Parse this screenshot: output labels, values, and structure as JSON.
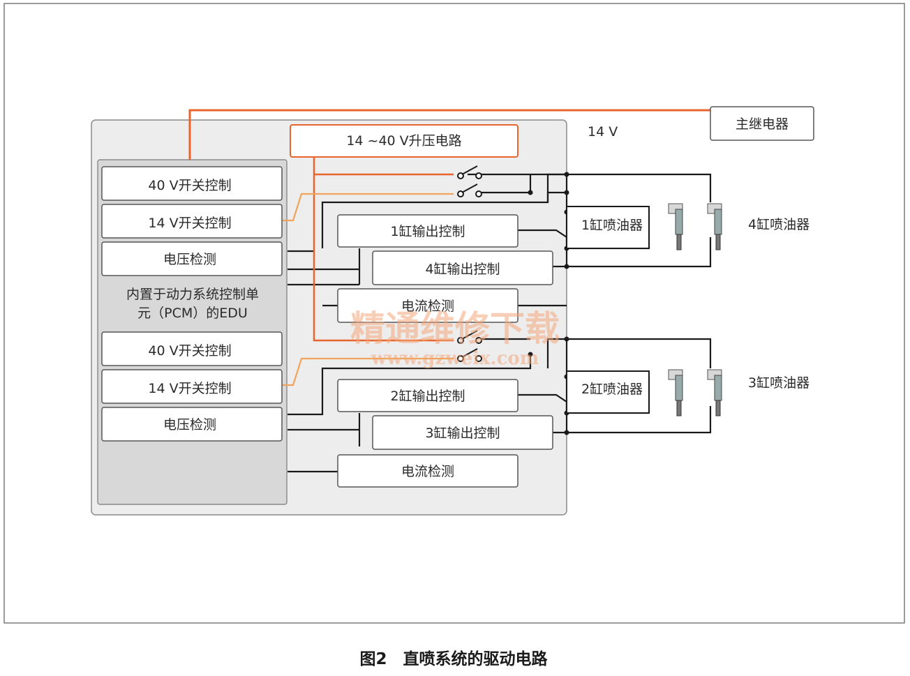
{
  "labels": {
    "relay": "主继电器",
    "v14": "14 V",
    "boost": "14 ~40 V升压电路",
    "edu": {
      "line1": "内置于动力系统控制单",
      "line2": "元（PCM）的EDU"
    },
    "upper": {
      "sw40": "40 V开关控制",
      "sw14": "14 V开关控制",
      "volt": "电压检测",
      "out_a": "1缸输出控制",
      "out_b": "4缸输出控制",
      "cur": "电流检测",
      "inj_a": "1缸喷油器",
      "inj_b": "4缸喷油器"
    },
    "lower": {
      "sw40": "40 V开关控制",
      "sw14": "14 V开关控制",
      "volt": "电压检测",
      "out_a": "2缸输出控制",
      "out_b": "3缸输出控制",
      "cur": "电流检测",
      "inj_a": "2缸喷油器",
      "inj_b": "3缸喷油器"
    },
    "caption": "图2　直喷系统的驱动电路",
    "watermark": {
      "line1": "精通维修下载",
      "line2": "www.gzweix.com"
    }
  },
  "colors": {
    "line": "#1a1a1a",
    "wire_orange": "#e8642c",
    "wire_light": "#f0a35a",
    "box_border": "#5a5a5a",
    "panel": "#e9e8e8"
  }
}
